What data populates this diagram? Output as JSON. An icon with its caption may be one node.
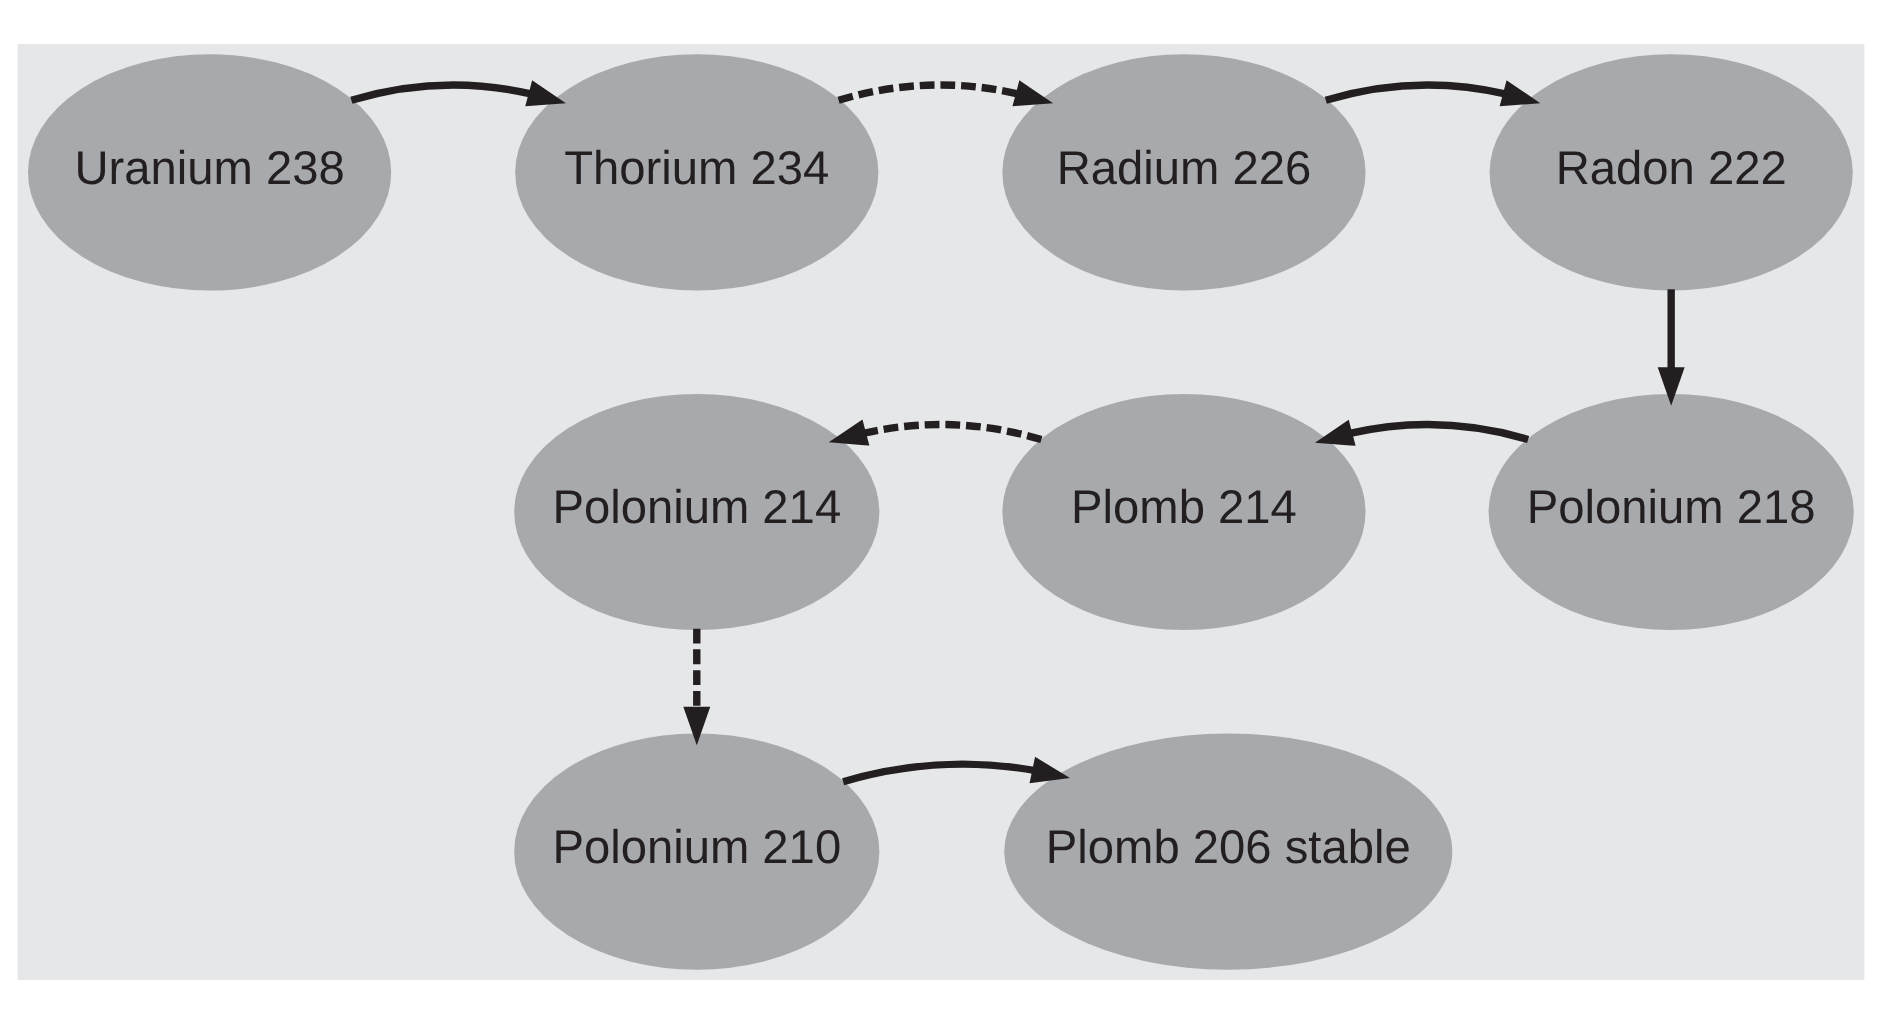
{
  "diagram": {
    "nodes": [
      {
        "text": [
          "Uranium 238"
        ]
      },
      {
        "text": [
          "Thorium 234"
        ]
      },
      {
        "text": [
          "Radium 226"
        ]
      },
      {
        "text": [
          "Radon 222"
        ]
      },
      {
        "text": [
          "Polonium 218"
        ]
      },
      {
        "text": [
          "Plomb 214"
        ]
      },
      {
        "text": [
          "Polonium 214"
        ]
      },
      {
        "text": [
          "Polonium 210"
        ]
      },
      {
        "text": [
          "Plomb 206 stable"
        ]
      }
    ],
    "edges": [
      {
        "from": 0,
        "to": 1,
        "arrow": "to"
      },
      {
        "from": 1,
        "to": 2,
        "arrow": "to",
        "style": "dashed"
      },
      {
        "from": 2,
        "to": 3,
        "arrow": "to"
      },
      {
        "from": 3,
        "to": 4,
        "arrow": "to"
      },
      {
        "from": 4,
        "to": 5,
        "arrow": "to"
      },
      {
        "from": 5,
        "to": 6,
        "arrow": "to",
        "style": "dashed"
      },
      {
        "from": 6,
        "to": 7,
        "arrow": "to",
        "style": "dashed"
      },
      {
        "from": 7,
        "to": 8,
        "arrow": "to"
      }
    ]
  }
}
